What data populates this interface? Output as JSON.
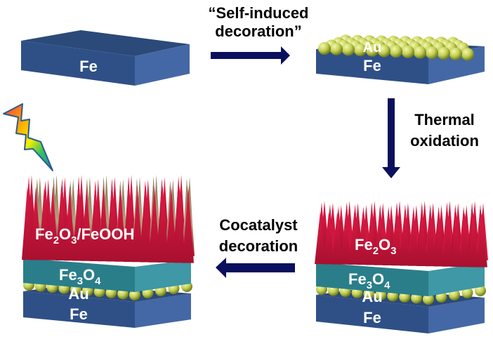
{
  "diagram": {
    "title": "Fe to Fe2O3/FeOOH photoanode fabrication scheme",
    "colors": {
      "fe_top": "#2b4a7a",
      "fe_side": "#4569a6",
      "fe_front": "#34558c",
      "au": "#c8d55a",
      "fe3o4_front": "#2a7e8a",
      "fe3o4_side": "#3e98a5",
      "fe2o3": "#c0143a",
      "feooh": "#b8a27c",
      "arrow": "#0a0f5e"
    },
    "steps": {
      "step1": {
        "layers": {
          "fe": "Fe"
        }
      },
      "step2": {
        "layers": {
          "au": "Au",
          "fe": "Fe"
        }
      },
      "step3": {
        "layers": {
          "oxide": "Fe",
          "oxide_sub1": "2",
          "oxide_mid": "O",
          "oxide_sub2": "3",
          "magnetite": "Fe",
          "magnetite_sub1": "3",
          "magnetite_mid": "O",
          "magnetite_sub2": "4",
          "au": "Au",
          "fe": "Fe"
        }
      },
      "step4": {
        "layers": {
          "oxide": "Fe",
          "oxide_sub1": "2",
          "oxide_mid": "O",
          "oxide_sub2": "3",
          "oxide_rest": "/FeOOH",
          "magnetite": "Fe",
          "magnetite_sub1": "3",
          "magnetite_mid": "O",
          "magnetite_sub2": "4",
          "au": "Au",
          "fe": "Fe"
        }
      }
    },
    "arrows": {
      "a1": {
        "line1": "“Self-induced",
        "line2": "decoration”"
      },
      "a2": {
        "line1": "Thermal",
        "line2": "oxidation"
      },
      "a3": {
        "line1": "Cocatalyst",
        "line2": "decoration"
      }
    },
    "icons": {
      "light": "lightning-bolt-icon"
    }
  }
}
